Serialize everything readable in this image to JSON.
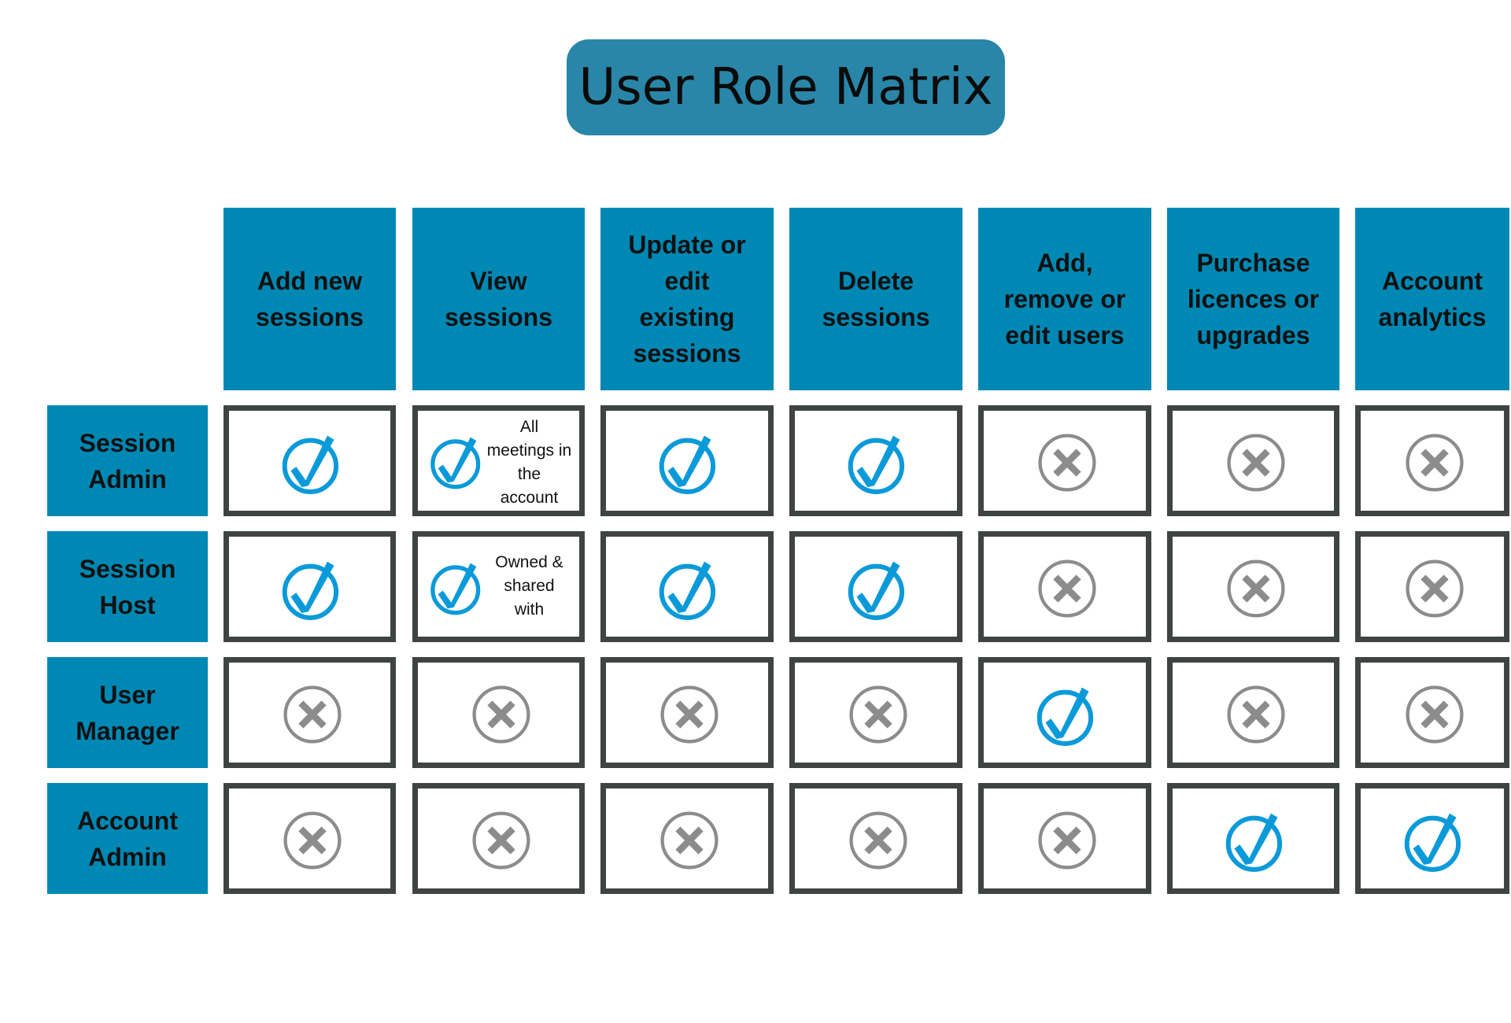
{
  "title": "User Role Matrix",
  "columns": [
    "Add new\nsessions",
    "View\nsessions",
    "Update or\nedit\nexisting\nsessions",
    "Delete\nsessions",
    "Add,\nremove or\nedit users",
    "Purchase\nlicences or\nupgrades",
    "Account\nanalytics"
  ],
  "rows": [
    {
      "role": "Session\nAdmin",
      "cells": [
        {
          "allowed": true
        },
        {
          "allowed": true,
          "note": "All\nmeetings in\nthe\naccount"
        },
        {
          "allowed": true
        },
        {
          "allowed": true
        },
        {
          "allowed": false
        },
        {
          "allowed": false
        },
        {
          "allowed": false
        }
      ]
    },
    {
      "role": "Session\nHost",
      "cells": [
        {
          "allowed": true
        },
        {
          "allowed": true,
          "note": "Owned &\nshared\nwith"
        },
        {
          "allowed": true
        },
        {
          "allowed": true
        },
        {
          "allowed": false
        },
        {
          "allowed": false
        },
        {
          "allowed": false
        }
      ]
    },
    {
      "role": "User\nManager",
      "cells": [
        {
          "allowed": false
        },
        {
          "allowed": false
        },
        {
          "allowed": false
        },
        {
          "allowed": false
        },
        {
          "allowed": true
        },
        {
          "allowed": false
        },
        {
          "allowed": false
        }
      ]
    },
    {
      "role": "Account\nAdmin",
      "cells": [
        {
          "allowed": false
        },
        {
          "allowed": false
        },
        {
          "allowed": false
        },
        {
          "allowed": false
        },
        {
          "allowed": false
        },
        {
          "allowed": true
        },
        {
          "allowed": true
        }
      ]
    }
  ],
  "colors": {
    "title_bg": "#2986a8",
    "header_bg": "#0088b4",
    "check": "#0b9ad9",
    "cross": "#8c8c8c",
    "cell_border": "#3f4442"
  },
  "icons": {
    "allowed": "check-circle-icon",
    "denied": "x-circle-icon"
  }
}
